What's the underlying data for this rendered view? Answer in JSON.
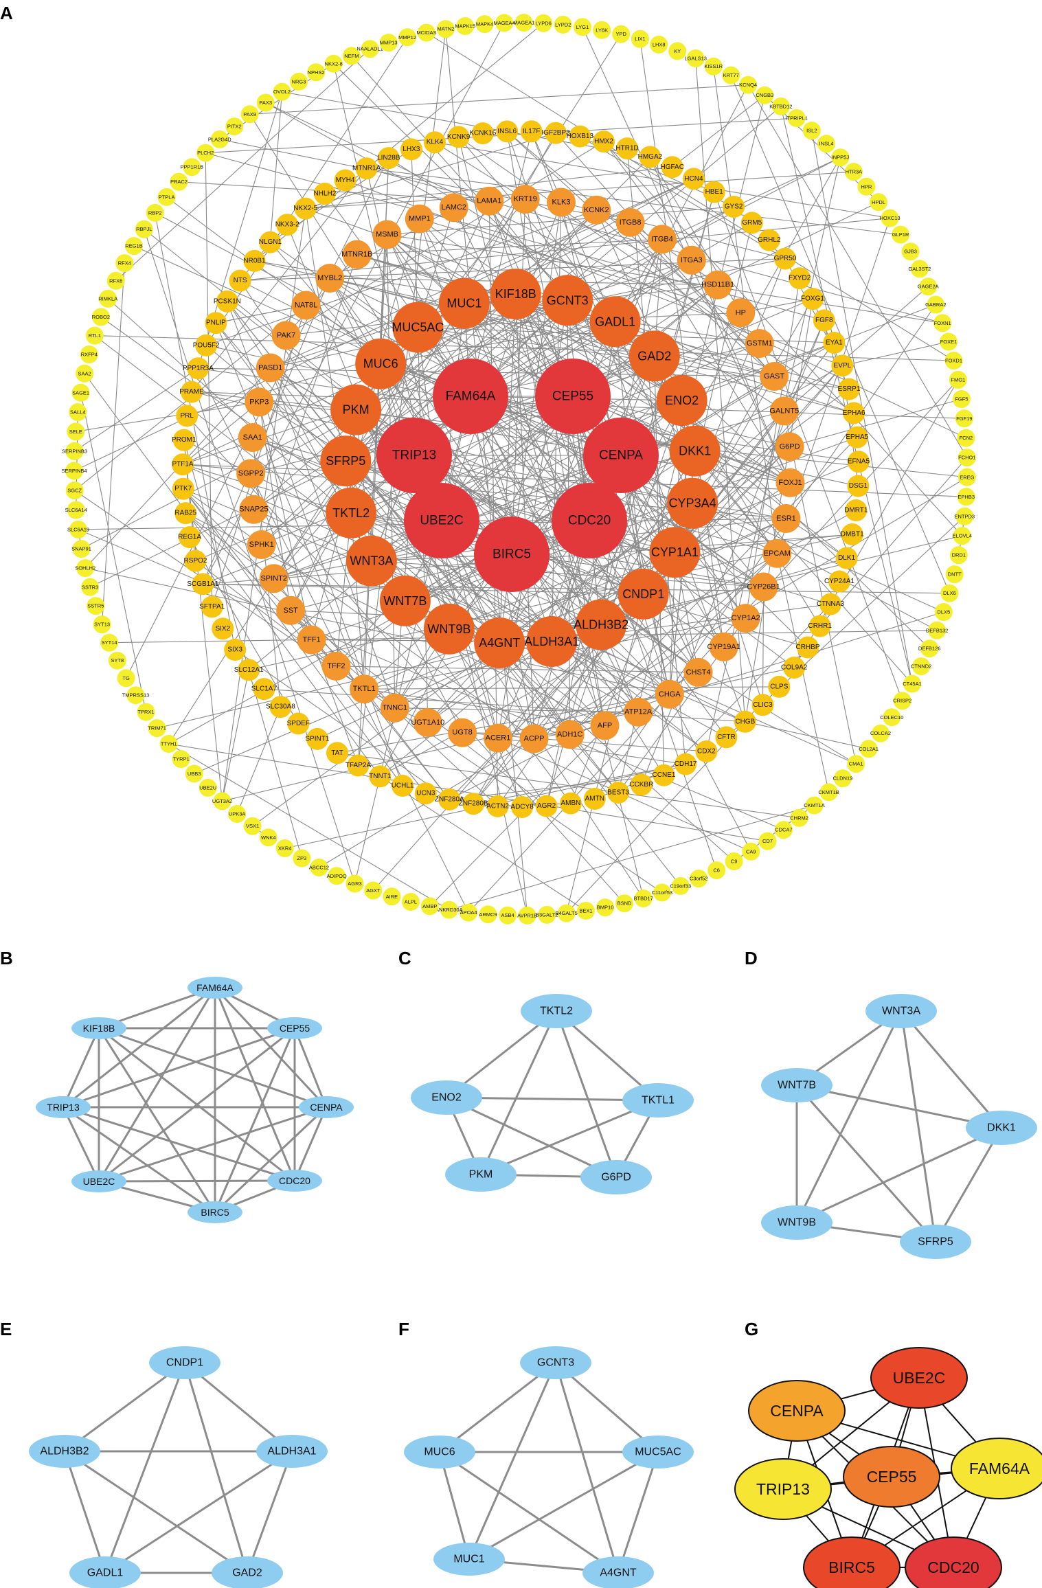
{
  "panels": [
    {
      "id": "A",
      "letter": "A"
    },
    {
      "id": "B",
      "letter": "B"
    },
    {
      "id": "C",
      "letter": "C"
    },
    {
      "id": "D",
      "letter": "D"
    },
    {
      "id": "E",
      "letter": "E"
    },
    {
      "id": "F",
      "letter": "F"
    },
    {
      "id": "G",
      "letter": "G"
    }
  ],
  "colors": {
    "outer_ring": "#f5ee2a",
    "ring2": "#f7c40f",
    "ring3": "#f3962e",
    "ring4": "#ea6523",
    "core": "#e2383c",
    "small_node": "#8fcdf0",
    "edge": "#8a8a8a"
  },
  "network_a": {
    "core": [
      "FAM64A",
      "CEP55",
      "CENPA",
      "CDC20",
      "BIRC5",
      "UBE2C",
      "TRIP13"
    ],
    "ring4": [
      "GCNT3",
      "GADL1",
      "GAD2",
      "ENO2",
      "DKK1",
      "CYP3A4",
      "CYP1A1",
      "CNDP1",
      "ALDH3B2",
      "ALDH3A1",
      "A4GNT",
      "WNT9B",
      "WNT7B",
      "WNT3A",
      "TKTL2",
      "SFRP5",
      "PKM",
      "MUC6",
      "MUC5AC",
      "MUC1",
      "KIF18B"
    ],
    "ring3": [
      "KLK3",
      "KCNK2",
      "ITGB8",
      "ITGB4",
      "ITGA3",
      "HSD11B1",
      "HP",
      "GSTM1",
      "GAST",
      "GALNT5",
      "G6PD",
      "FOXJ1",
      "ESR1",
      "EPCAM",
      "CYP26B1",
      "CYP1A2",
      "CYP19A1",
      "CHST4",
      "CHGA",
      "ATP12A",
      "AFP",
      "ADH1C",
      "ACPP",
      "ACER1",
      "UGT8",
      "UGT1A10",
      "TNNC1",
      "TKTL1",
      "TFF2",
      "TFF1",
      "SST",
      "SPINT2",
      "SPHK1",
      "SNAP25",
      "SGPP2",
      "SAA1",
      "PKP3",
      "PASD1",
      "PAK7",
      "NAT8L",
      "MYBL2",
      "MTNR1B",
      "MSMB",
      "MMP1",
      "LAMC2",
      "LAMA1",
      "KRT19"
    ],
    "ring2": [
      "HTR1D",
      "HMGA2",
      "HGFAC",
      "HCN4",
      "HBE1",
      "GYS2",
      "GRM5",
      "GRHL2",
      "GPR50",
      "FXYD2",
      "FOXG1",
      "FGF8",
      "EYA1",
      "EVPL",
      "ESRP1",
      "EPHA6",
      "EPHA5",
      "EFNA5",
      "DSG1",
      "DMRT1",
      "DMBT1",
      "DLK1",
      "CYP24A1",
      "CTNNA3",
      "CRHR1",
      "CRHBP",
      "COL9A2",
      "CLPS",
      "CLIC3",
      "CHGB",
      "CFTR",
      "CDX2",
      "CDH17",
      "CCNE1",
      "CCKBR",
      "BEST3",
      "AMTN",
      "AMBN",
      "AGR2",
      "ADCY8",
      "ACTN2",
      "ZNF280B",
      "ZNF280A",
      "UCN3",
      "UCHL1",
      "TNNT1",
      "TFAP2A",
      "TAT",
      "SPINT1",
      "SPDEF",
      "SLC30A8",
      "SLC1A7",
      "SLC12A1",
      "SIX3",
      "SIX2",
      "SFTPA1",
      "SCGB1A1",
      "RSPO2",
      "REG1A",
      "RAB25",
      "PTK7",
      "PTF1A",
      "PROM1",
      "PRL",
      "PRAME",
      "PPP1R3A",
      "POU5F2",
      "PNLIP",
      "PCSK1N",
      "NTS",
      "NR0B1",
      "NLGN1",
      "NKX3-2",
      "NKX2-5",
      "NHLH2",
      "MYH4",
      "MTNR1A",
      "LIN28B",
      "LHX3",
      "KLK4",
      "KCNK9",
      "KCNK16",
      "INSL6",
      "IL17F",
      "IGF2BP3",
      "HOXB13",
      "HMX2"
    ],
    "ring1": [
      "LIX1",
      "LHX8",
      "KY",
      "LGALS13",
      "KISS1R",
      "KRT77",
      "KCNQ4",
      "CNGB3",
      "KBTBD12",
      "ITPRIPL1",
      "ISL2",
      "INSL4",
      "INPP5J",
      "HTR3A",
      "HPR",
      "HPDL",
      "HOXC13",
      "GLP1R",
      "GJB3",
      "GAL3ST2",
      "GAGE2A",
      "GABRA2",
      "FOXN1",
      "FOXE1",
      "FOXD1",
      "FMO1",
      "FGF5",
      "FGF19",
      "FCN2",
      "FCHO1",
      "EREG",
      "EPHB3",
      "ENTPD3",
      "ELOVL4",
      "DRD1",
      "DNTT",
      "DLX6",
      "DLX5",
      "DEFB132",
      "DEFB126",
      "CTNND2",
      "CT45A1",
      "CRISP2",
      "COLEC10",
      "COLCA2",
      "COL2A1",
      "CMA1",
      "CLDN19",
      "CKMT1B",
      "CKMT1A",
      "CHRM2",
      "CDCA7",
      "CD7",
      "CA9",
      "C9",
      "C6",
      "C3orf52",
      "C19orf33",
      "C11orf53",
      "BTBD17",
      "BSND",
      "BMP10",
      "BEX1",
      "B4GALT5",
      "B3GALT2",
      "AVPR1B",
      "ASB4",
      "ARMC9",
      "APOA4",
      "ANKRD30A",
      "AMBP",
      "ALPL",
      "AIRE",
      "AGXT",
      "AGR3",
      "ADIPOQ",
      "ABCC12",
      "ZP3",
      "XKR4",
      "WNK4",
      "VSX1",
      "UPK3A",
      "UGT3A2",
      "UBE2U",
      "UBB3",
      "TYRP1",
      "TTYH1",
      "TRIM71",
      "TPRX1",
      "TMPRSS13",
      "TG",
      "SYT8",
      "SYT14",
      "SYT13",
      "SSTR5",
      "SSTR3",
      "SOHLH2",
      "SNAP91",
      "SLC6A19",
      "SLC6A14",
      "SGCZ",
      "SERPINB4",
      "SERPINB3",
      "SELE",
      "SALL4",
      "SAGE1",
      "SAA2",
      "RXFP4",
      "RTL1",
      "ROBO2",
      "RIMKLA",
      "RFX6",
      "RFX4",
      "REG1B",
      "RBPJL",
      "RBP2",
      "PTPLA",
      "PRAC2",
      "PPP1R1B",
      "PLCH2",
      "PLA2G4D",
      "PITX2",
      "PAX9",
      "PAX3",
      "OVOL2",
      "NRG3",
      "NPHS2",
      "NKX2-8",
      "NEFM",
      "NAALADL1",
      "MMP13",
      "MMP12",
      "MCIDAS",
      "MATN2",
      "MAPK15",
      "MAPK4",
      "MAGEA4",
      "MAGEA1",
      "LYPD6",
      "LYPD2",
      "LYG1",
      "LY6K",
      "YPD"
    ]
  },
  "network_b": {
    "nodes": [
      "FAM64A",
      "CEP55",
      "CENPA",
      "CDC20",
      "BIRC5",
      "UBE2C",
      "TRIP13",
      "KIF18B"
    ]
  },
  "network_c": {
    "nodes": [
      "TKTL2",
      "TKTL1",
      "G6PD",
      "PKM",
      "ENO2"
    ]
  },
  "network_d": {
    "nodes": [
      "WNT3A",
      "DKK1",
      "SFRP5",
      "WNT9B",
      "WNT7B"
    ]
  },
  "network_e": {
    "nodes": [
      "CNDP1",
      "ALDH3A1",
      "GAD2",
      "GADL1",
      "ALDH3B2"
    ]
  },
  "network_f": {
    "nodes": [
      "GCNT3",
      "MUC5AC",
      "A4GNT",
      "MUC1",
      "MUC6"
    ]
  },
  "network_g": {
    "nodes": [
      {
        "label": "UBE2C",
        "color": "#e8472a"
      },
      {
        "label": "FAM64A",
        "color": "#f6e533"
      },
      {
        "label": "CDC20",
        "color": "#e2383c"
      },
      {
        "label": "BIRC5",
        "color": "#e8472a"
      },
      {
        "label": "TRIP13",
        "color": "#f6e533"
      },
      {
        "label": "CENPA",
        "color": "#f4a42c"
      },
      {
        "label": "CEP55",
        "color": "#ee7b2e"
      }
    ]
  }
}
